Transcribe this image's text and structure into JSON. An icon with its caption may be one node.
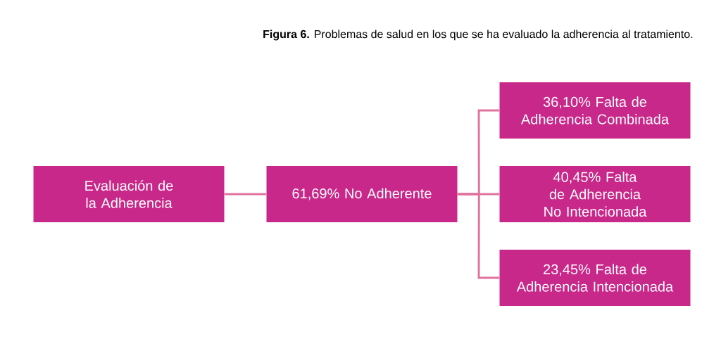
{
  "diagram": {
    "title": "**Figura 6.** Problemas de salud en los que se ha evaluado la adherencia al tratamiento.",
    "nodes": [
      {
        "text": [
          "Evaluación de la Adherencia"
        ]
      },
      {
        "text": [
          "61,69% No Adherente"
        ]
      },
      {
        "text": [
          "36,10% Falta de Adherencia Combinada"
        ]
      },
      {
        "text": [
          "40,45% Falta de Adherencia No Intencionada"
        ]
      },
      {
        "text": [
          "23,45% Falta de Adherencia Intencionada"
        ]
      }
    ],
    "edges": [
      {
        "from": 0,
        "to": 1,
        "arrow": "none"
      },
      {
        "from": 1,
        "to": 2,
        "arrow": "none"
      },
      {
        "from": 1,
        "to": 3,
        "arrow": "none"
      },
      {
        "from": 1,
        "to": 4,
        "arrow": "none"
      }
    ]
  }
}
